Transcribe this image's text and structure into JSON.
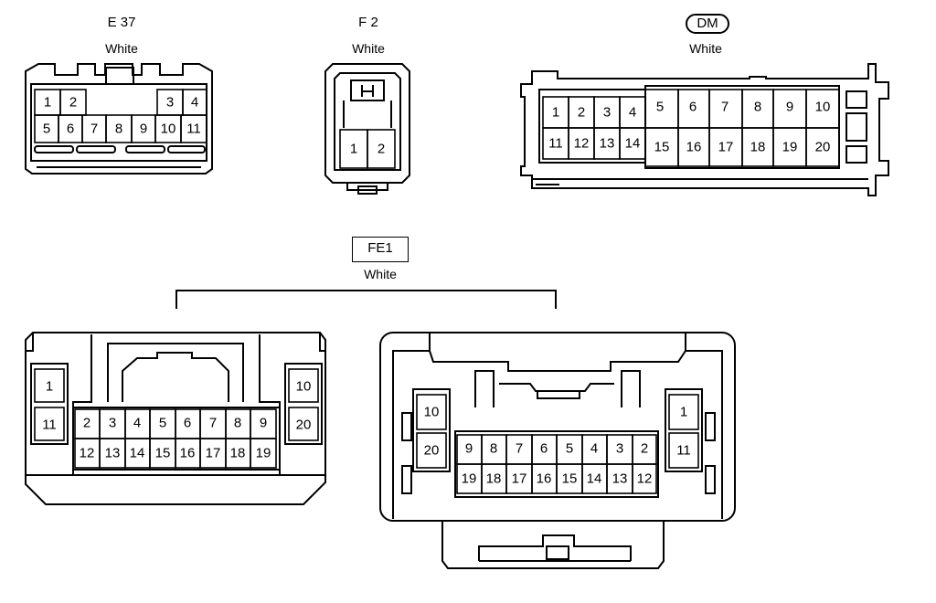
{
  "connectors": {
    "e37": {
      "code": "E 37",
      "color": "White",
      "row1_left": [
        "1",
        "2"
      ],
      "row1_right": [
        "3",
        "4"
      ],
      "row2": [
        "5",
        "6",
        "7",
        "8",
        "9",
        "10",
        "11"
      ]
    },
    "f2": {
      "code": "F 2",
      "color": "White",
      "pins": [
        "1",
        "2"
      ]
    },
    "dm": {
      "code": "DM",
      "color": "White",
      "left_row1": [
        "1",
        "2",
        "3",
        "4"
      ],
      "left_row2": [
        "11",
        "12",
        "13",
        "14"
      ],
      "right_row1": [
        "5",
        "6",
        "7",
        "8",
        "9",
        "10"
      ],
      "right_row2": [
        "15",
        "16",
        "17",
        "18",
        "19",
        "20"
      ]
    },
    "fe1": {
      "code": "FE1",
      "color": "White",
      "male": {
        "left_col": [
          "1",
          "11"
        ],
        "right_col": [
          "10",
          "20"
        ],
        "row1": [
          "2",
          "3",
          "4",
          "5",
          "6",
          "7",
          "8",
          "9"
        ],
        "row2": [
          "12",
          "13",
          "14",
          "15",
          "16",
          "17",
          "18",
          "19"
        ]
      },
      "female": {
        "left_col": [
          "10",
          "20"
        ],
        "right_col": [
          "1",
          "11"
        ],
        "row1": [
          "9",
          "8",
          "7",
          "6",
          "5",
          "4",
          "3",
          "2"
        ],
        "row2": [
          "19",
          "18",
          "17",
          "16",
          "15",
          "14",
          "13",
          "12"
        ]
      }
    }
  }
}
